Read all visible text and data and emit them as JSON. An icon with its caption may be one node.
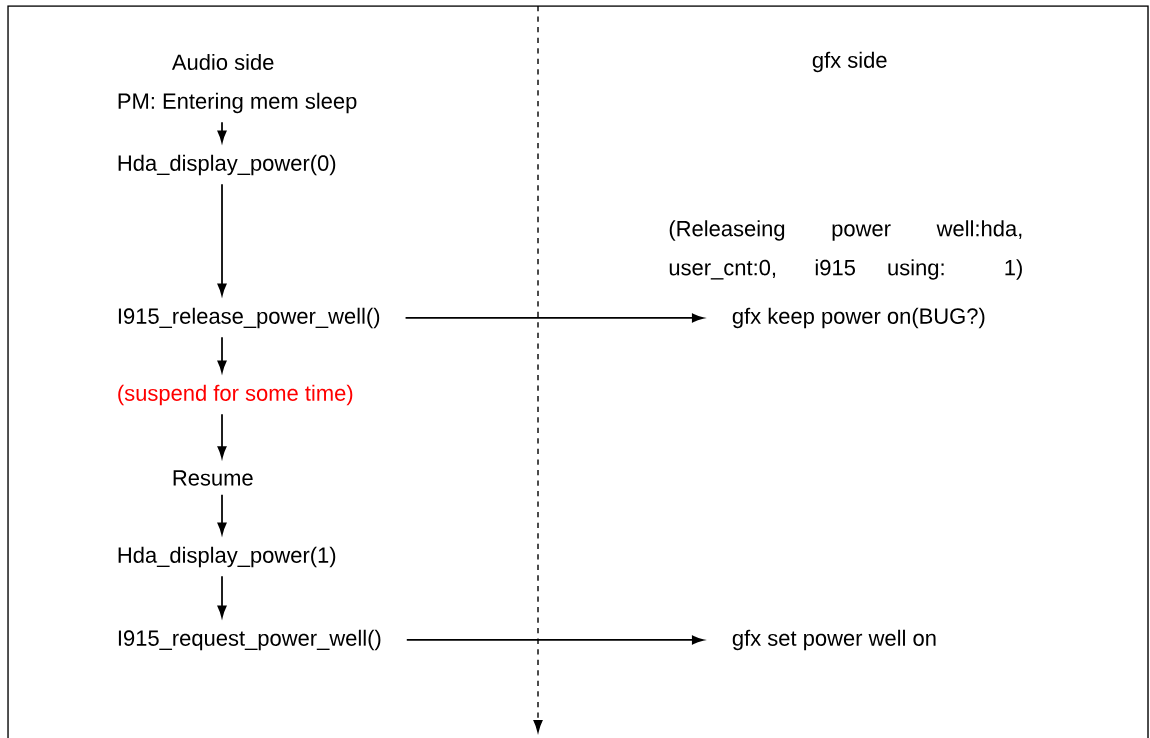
{
  "diagram": {
    "nodes": [
      {
        "text": [
          "PM: Entering mem sleep"
        ]
      },
      {
        "text": [
          "Hda_display_power(0)"
        ]
      },
      {
        "text": [
          "I915_release_power_well()"
        ]
      },
      {
        "text": [
          "(suspend for some time)"
        ]
      },
      {
        "text": [
          "Resume"
        ]
      },
      {
        "text": [
          "Hda_display_power(1)"
        ]
      },
      {
        "text": [
          "I915_request_power_well()"
        ]
      },
      {
        "text": [
          "gfx keep power on(BUG?)"
        ]
      },
      {
        "text": [
          "gfx set power well on"
        ]
      }
    ],
    "edges": [
      {
        "from": 0,
        "to": 1,
        "arrow": "to"
      },
      {
        "from": 1,
        "to": 2,
        "arrow": "to"
      },
      {
        "from": 2,
        "to": 3,
        "arrow": "to"
      },
      {
        "from": 3,
        "to": 4,
        "arrow": "to"
      },
      {
        "from": 4,
        "to": 5,
        "arrow": "to"
      },
      {
        "from": 5,
        "to": 6,
        "arrow": "to"
      },
      {
        "from": 2,
        "to": 7,
        "arrow": "to"
      },
      {
        "from": 6,
        "to": 8,
        "arrow": "to"
      }
    ],
    "labels": [
      "Audio side",
      "gfx side",
      "(Releaseing power well:hda, user_cnt:0, i915 using: 1)"
    ]
  }
}
